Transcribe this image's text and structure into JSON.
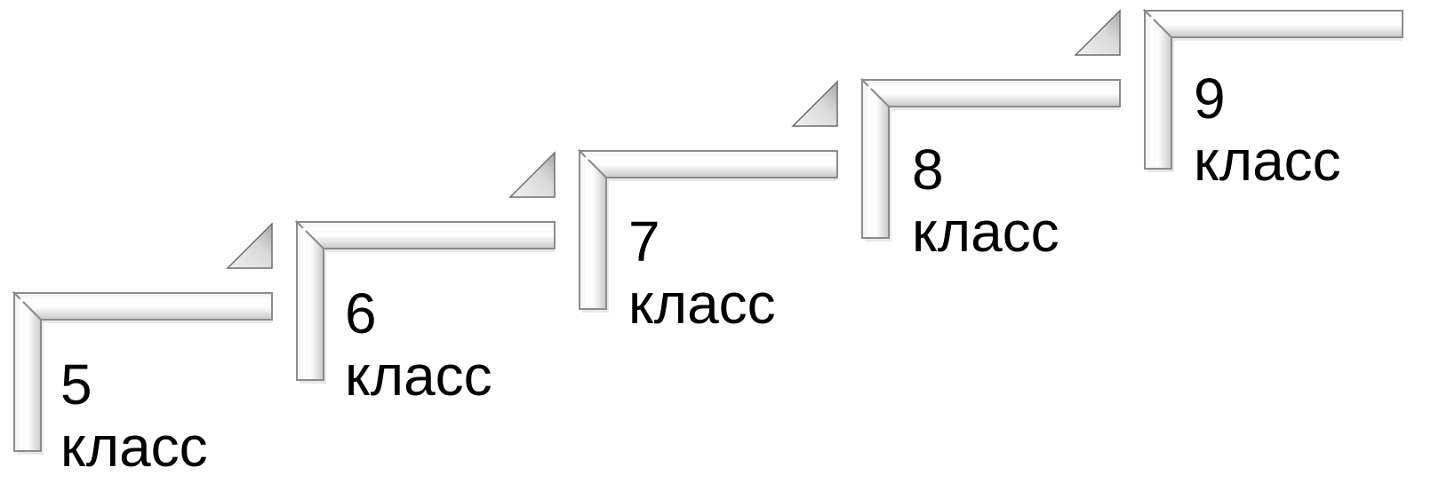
{
  "steps": [
    {
      "number": "5",
      "label": "класс"
    },
    {
      "number": "6",
      "label": "класс"
    },
    {
      "number": "7",
      "label": "класс"
    },
    {
      "number": "8",
      "label": "класс"
    },
    {
      "number": "9",
      "label": "класс"
    }
  ]
}
